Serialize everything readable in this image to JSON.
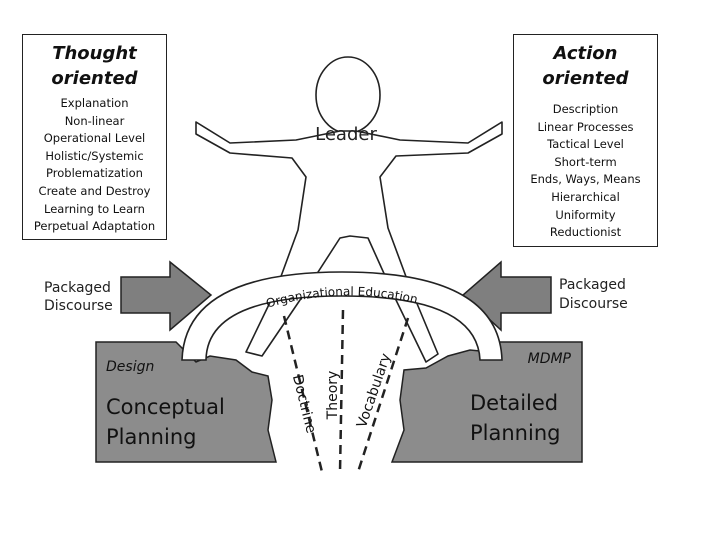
{
  "left_box": {
    "title_line1": "Thought",
    "title_line2": "oriented",
    "items": [
      "Explanation",
      "Non-linear",
      "Operational Level",
      "Holistic/Systemic",
      "Problematization",
      "Create and Destroy",
      "Learning to Learn",
      "Perpetual Adaptation"
    ]
  },
  "right_box": {
    "title_line1": "Action",
    "title_line2": "oriented",
    "items": [
      "Description",
      "Linear Processes",
      "Tactical Level",
      "Short-term",
      "Ends, Ways, Means",
      "Hierarchical",
      "Uniformity",
      "Reductionist"
    ]
  },
  "figure": {
    "label": "Leader"
  },
  "left_arrow": {
    "line1": "Packaged",
    "line2": "Discourse"
  },
  "right_arrow": {
    "line1": "Packaged",
    "line2": "Discourse"
  },
  "arch": {
    "label": "Organizational Education"
  },
  "left_block": {
    "tag": "Design",
    "line1": "Conceptual",
    "line2": "Planning"
  },
  "right_block": {
    "tag": "MDMP",
    "line1": "Detailed",
    "line2": "Planning"
  },
  "pillars": {
    "doctrine": "Doctrine",
    "theory": "Theory",
    "vocabulary": "Vocabulary"
  },
  "colors": {
    "block_fill": "#8c8c8c",
    "arrow_fill": "#7f7f7f",
    "outline": "#222222",
    "arch_fill": "#ffffff"
  }
}
